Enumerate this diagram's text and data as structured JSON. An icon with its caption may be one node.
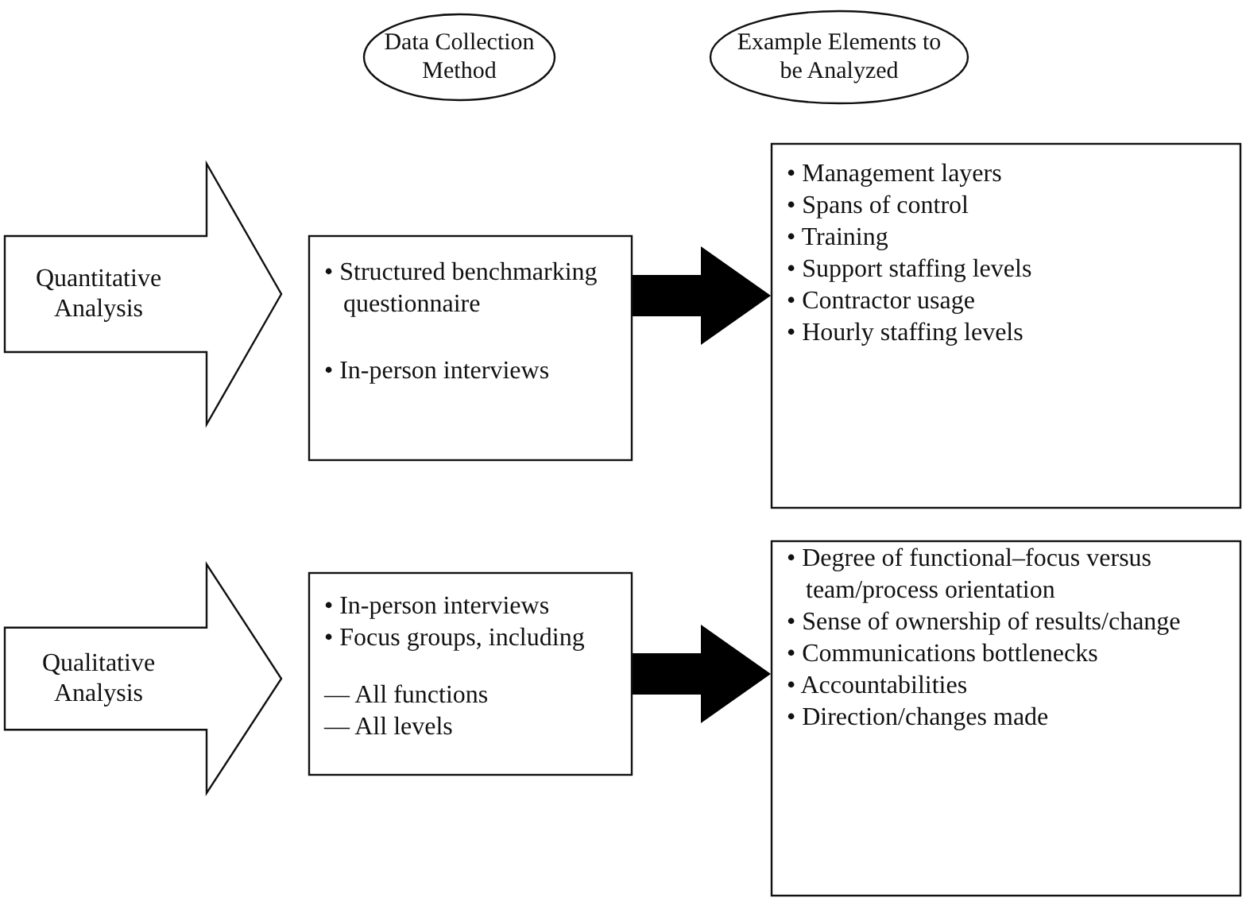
{
  "diagram": {
    "nodes": [
      {
        "text": [
          "Data Collection Method"
        ]
      },
      {
        "text": [
          "Example Elements to be Analyzed"
        ]
      },
      {
        "text": [
          "Quantitative Analysis"
        ]
      },
      {
        "text": [
          "• Structured benchmarking questionnaire",
          "• In-person interviews"
        ]
      },
      {
        "text": [
          "• Management layers",
          "• Spans of control",
          "• Training",
          "• Support staffing levels",
          "• Contractor usage",
          "• Hourly staffing levels"
        ]
      },
      {
        "text": [
          "Qualitative Analysis"
        ]
      },
      {
        "text": [
          "• In-person interviews",
          "• Focus groups, including",
          "— All functions",
          "— All levels"
        ]
      },
      {
        "text": [
          "• Degree of functional–focus versus team/process orientation",
          "• Sense of ownership of results/change",
          "• Communications bottlenecks",
          "• Accountabilities",
          "• Direction/changes made"
        ]
      }
    ],
    "edges": [
      {
        "from": 3,
        "to": 4,
        "arrow": "to"
      },
      {
        "from": 6,
        "to": 7,
        "arrow": "to"
      }
    ]
  }
}
